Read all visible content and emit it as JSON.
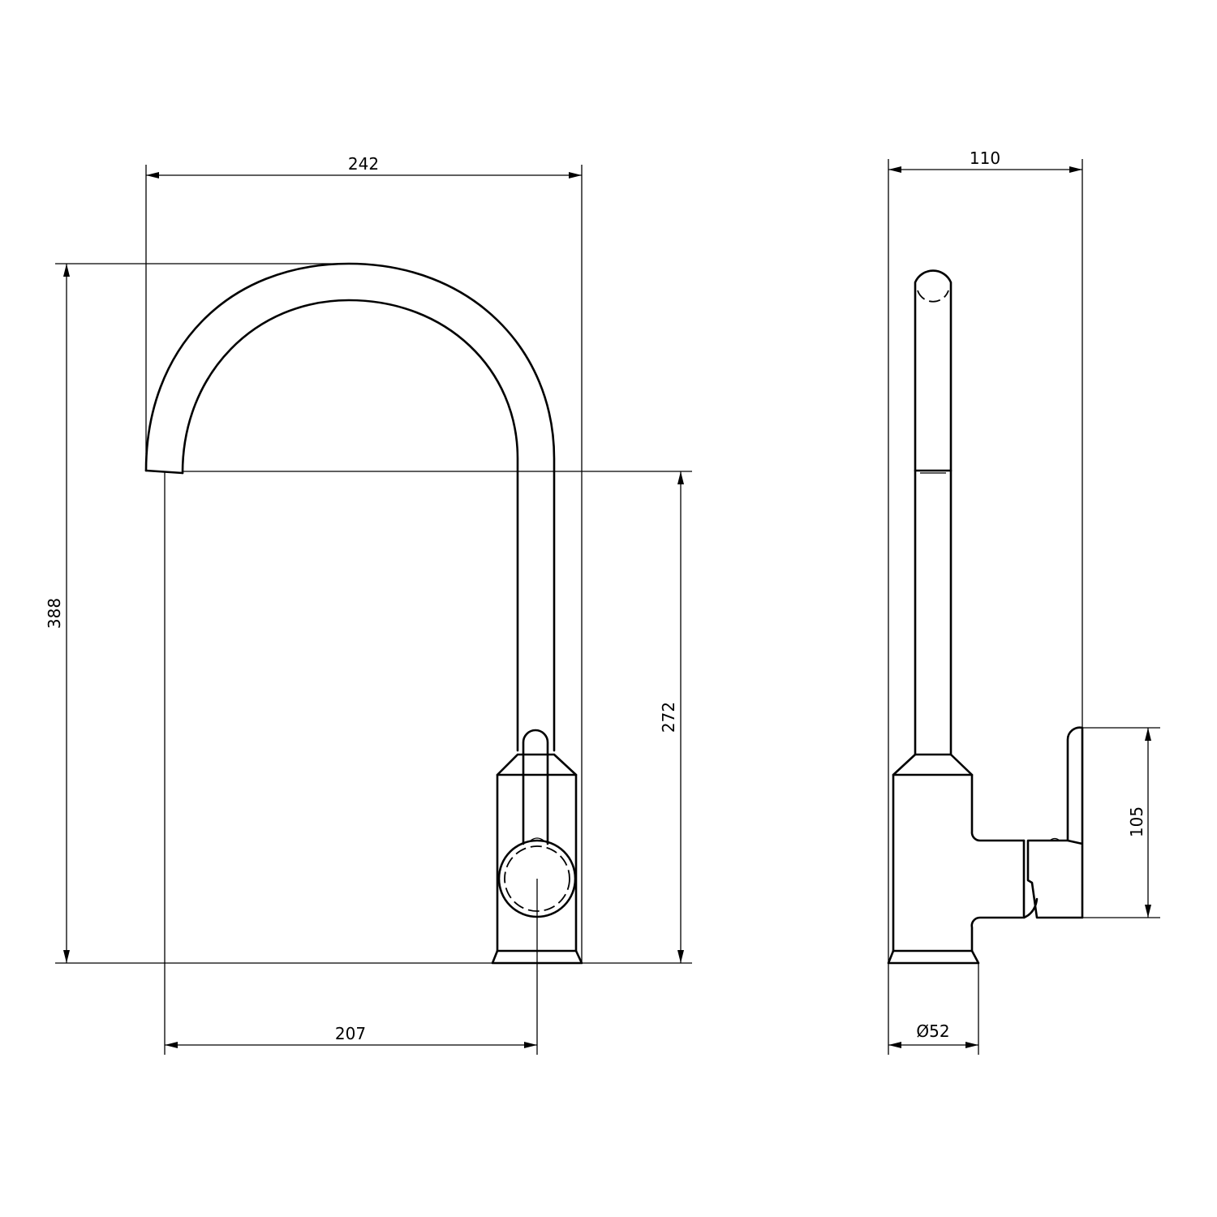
{
  "drawing": {
    "subject": "Kitchen faucet technical drawing",
    "units": "mm",
    "colors": {
      "line": "#000000",
      "background": "#ffffff"
    }
  },
  "front_view": {
    "dimensions": {
      "overall_reach": "242",
      "overall_height": "388",
      "spout_outlet_height": "272",
      "spout_to_center": "207"
    }
  },
  "side_view": {
    "dimensions": {
      "overall_depth": "110",
      "handle_height": "105",
      "base_diameter": "Ø52"
    }
  }
}
